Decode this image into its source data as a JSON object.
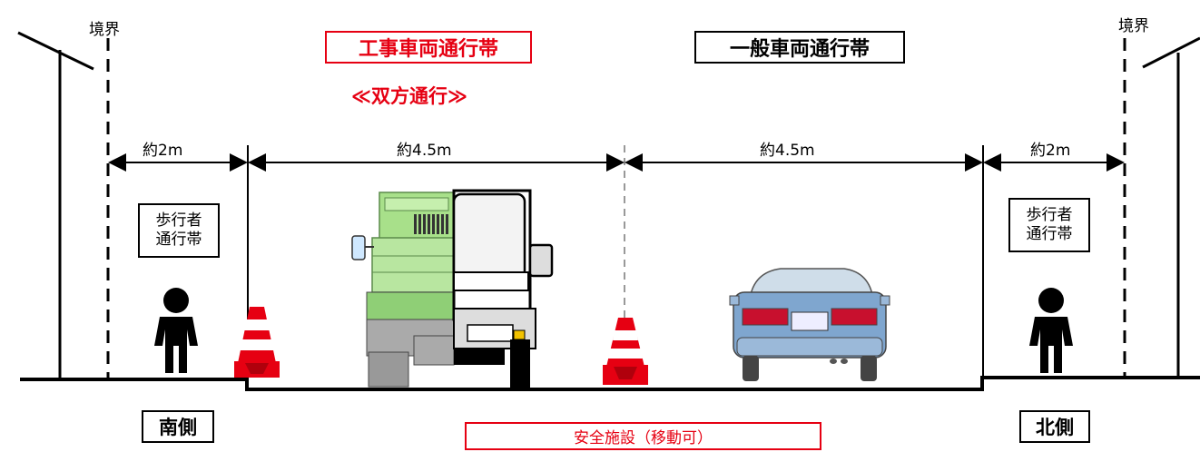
{
  "boundary_left": "境界",
  "boundary_right": "境界",
  "construction_lane": "工事車両通行帯",
  "two_way": "≪双方通行≫",
  "general_lane": "一般車両通行帯",
  "widths": {
    "left_sidewalk": "約2m",
    "construction": "約4.5m",
    "general": "約4.5m",
    "right_sidewalk": "約2m"
  },
  "sidewalk_left": {
    "line1": "歩行者",
    "line2": "通行帯"
  },
  "sidewalk_right": {
    "line1": "歩行者",
    "line2": "通行帯"
  },
  "south_side": "南側",
  "north_side": "北側",
  "safety_facility": "安全施設（移動可）",
  "colors": {
    "red": "#e60012",
    "black": "#000000",
    "cone": "#e60012",
    "truck_green": "#a8e08a",
    "car_blue": "#7fa6cf"
  }
}
